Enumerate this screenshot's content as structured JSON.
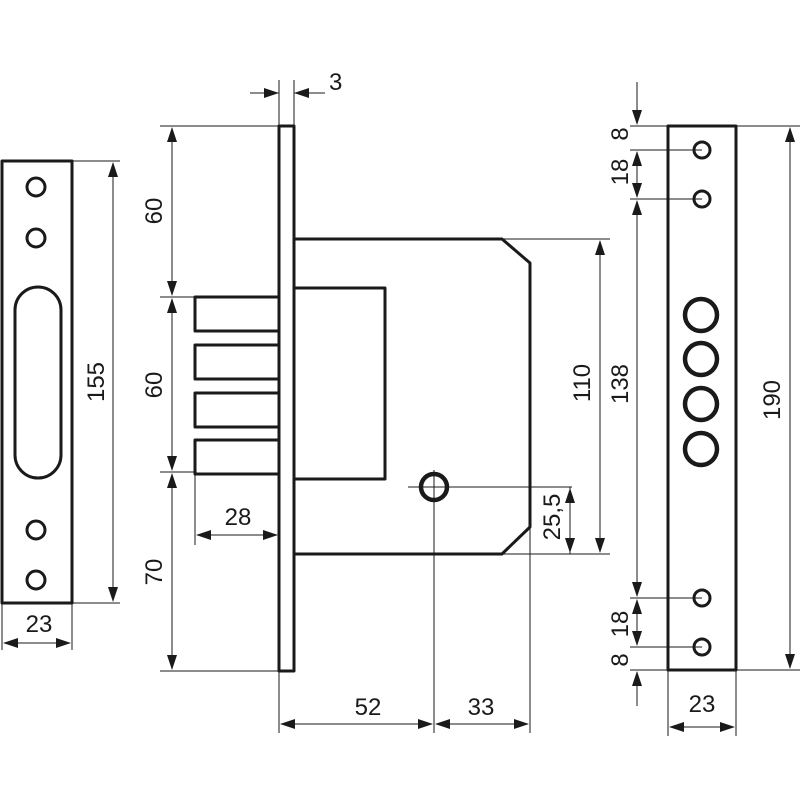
{
  "dimensions": {
    "faceplate_thickness": "3",
    "top_to_bolts": "60",
    "bolt_span": "60",
    "bolts_to_bottom": "70",
    "bolt_projection": "28",
    "backset": "52",
    "key_to_back": "33",
    "case_height": "110",
    "faceplate_height": "138",
    "key_offset": "25,5",
    "strike_height": "155",
    "strike_width": "23",
    "front_plate_height": "190",
    "front_plate_width": "23",
    "top_hole_offset": "8",
    "top_hole_spacing": "18",
    "bottom_hole_spacing": "18",
    "bottom_hole_offset": "8"
  }
}
